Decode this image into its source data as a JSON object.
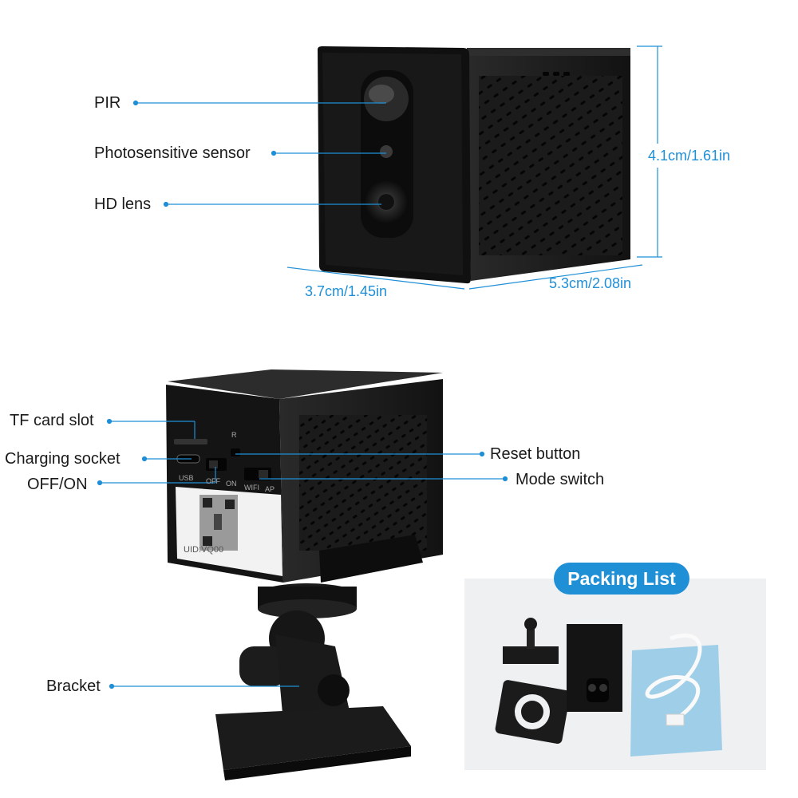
{
  "labels": {
    "pir": "PIR",
    "photosensitive": "Photosensitive sensor",
    "hd_lens": "HD lens",
    "tf_card": "TF card slot",
    "charging": "Charging socket",
    "offon": "OFF/ON",
    "reset": "Reset button",
    "mode": "Mode switch",
    "bracket": "Bracket"
  },
  "dimensions": {
    "height": "4.1cm/1.61in",
    "width": "3.7cm/1.45in",
    "depth": "5.3cm/2.08in"
  },
  "packing_list": "Packing List",
  "device_text": {
    "uid": "UID:VQ00",
    "usb": "USB",
    "off": "OFF",
    "on": "ON",
    "wifi": "WIFI",
    "ap": "AP",
    "r": "R"
  },
  "colors": {
    "accent": "#1f8fd6",
    "device": "#151515"
  }
}
